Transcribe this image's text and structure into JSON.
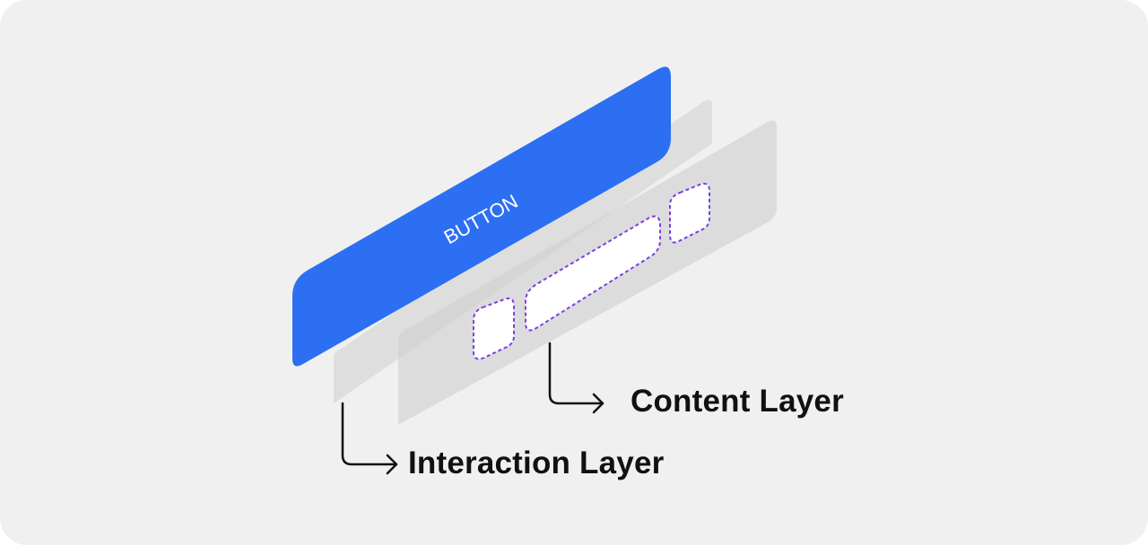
{
  "diagram": {
    "button_text": "BUTTON",
    "content_layer_label": "Content Layer",
    "interaction_layer_label": "Interaction Layer"
  },
  "colors": {
    "background": "#f0f0f0",
    "button_fill": "#2c6ff2",
    "button_text": "#ffffff",
    "layer_fill": "#cfcfcf",
    "slot_outline": "#7b3fe4",
    "slot_fill": "#ffffff",
    "arrow": "#111111"
  }
}
